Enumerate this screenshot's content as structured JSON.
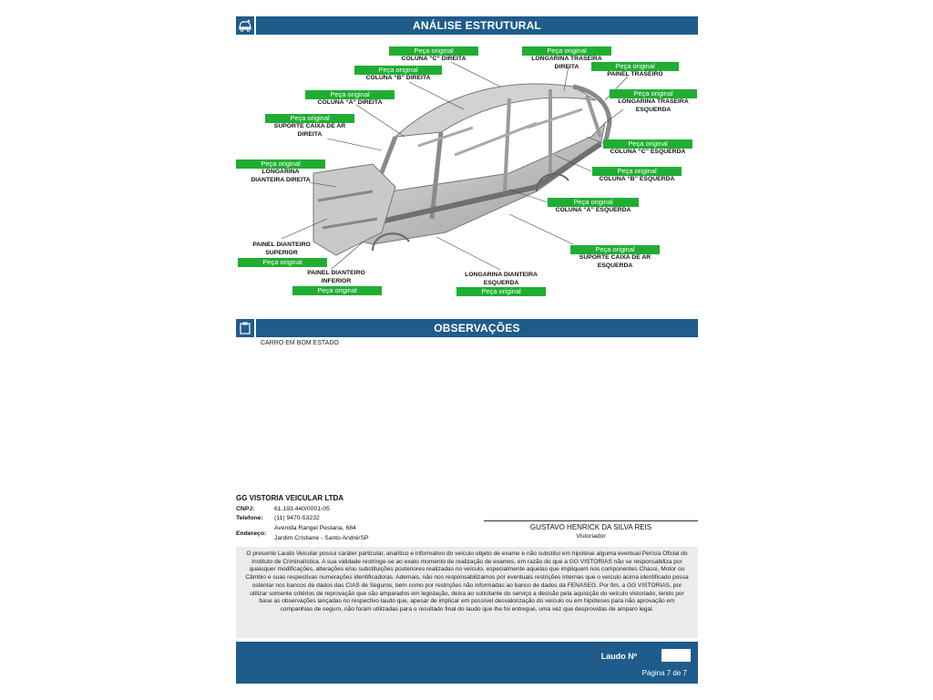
{
  "structural": {
    "title": "ANÁLISE ESTRUTURAL",
    "status_label": "Peça original",
    "parts": [
      {
        "name": "COLUNA “C” DIREITA",
        "status": "Peça original"
      },
      {
        "name": "LONGARINA TRASEIRA\nDIREITA",
        "status": "Peça original"
      },
      {
        "name": "COLUNA “B” DIREITA",
        "status": "Peça original"
      },
      {
        "name": "PAINEL TRASEIRO",
        "status": "Peça original"
      },
      {
        "name": "COLUNA “A” DIREITA",
        "status": "Peça original"
      },
      {
        "name": "LONGARINA TRASEIRA\nESQUERDA",
        "status": "Peça original"
      },
      {
        "name": "SUPORTE CAIXA DE AR\nDIREITA",
        "status": "Peça original"
      },
      {
        "name": "COLUNA “C” ESQUERDA",
        "status": "Peça original"
      },
      {
        "name": "LONGARINA\nDIANTEIRA DIREITA",
        "status": "Peça original"
      },
      {
        "name": "COLUNA “B” ESQUERDA",
        "status": "Peça original"
      },
      {
        "name": "COLUNA “A” ESQUERDA",
        "status": "Peça original"
      },
      {
        "name": "PAINEL DIANTEIRO\nSUPERIOR",
        "status": "Peça original"
      },
      {
        "name": "SUPORTE CAIXA DE AR\nESQUERDA",
        "status": "Peça original"
      },
      {
        "name": "PAINEL DIANTEIRO\nINFERIOR",
        "status": "Peça original"
      },
      {
        "name": "LONGARINA DIANTEIRA\nESQUERDA",
        "status": "Peça original"
      }
    ]
  },
  "observations": {
    "title": "OBSERVAÇÕES",
    "text": "CARRO EM BOM ESTADO"
  },
  "company": {
    "name": "GG VISTORIA VEICULAR LTDA",
    "cnpj_label": "CNPJ:",
    "cnpj": "61.193.440/0001-05",
    "phone_label": "Telefone:",
    "phone": "(11) 9470-53232",
    "address_label": "Endereço:",
    "address_line1": "Avenida Rangel Pestana, 684",
    "address_line2": "Jardim Cristiane - Santo André/SP"
  },
  "inspector": {
    "name": "GUSTAVO HENRICK DA SILVA REIS",
    "role": "Vistoriador"
  },
  "disclaimer": "O presente Laudo Veicular possui caráter particular, analítico e informativo do veículo objeto de exame e não substitui em hipótese alguma eventual Perícia Oficial do Instituto de Criminalística. A sua validade restringe-se ao exato momento de realização de exames, em razão do que a GG VISTORIAS não se responsabiliza por quaisquer modificações, alterações e/ou substituições posteriores realizadas no veículo, especialmente aquelas que impliquem nos componentes Chassi, Motor ou Câmbio e suas respectivas numerações identificadoras. Ademais, não nos responsabilizamos por eventuais restrições internas que o veículo acima identificado possa ostentar nos bancos de dados das CIAS de Seguros, bem como por restrições não informadas ao banco de dados da FENASEG. Por fim, a GG VISTORIAS, por utilizar somente critérios de reprovação que são amparados em legislação, deixa ao solicitante do serviço a decisão pela aquisição do veículo vistoriado, tendo por base as observações lançadas no respectivo laudo que, apesar de implicar em possível desvalorização do veículo ou em hipóteses para não aprovação em companhias de seguro, não foram utilizadas para o resultado final do laudo que lhe foi entregue, uma vez que desprovidas de amparo legal.",
  "footer": {
    "laudo_label": "Laudo Nº",
    "page_label": "Página 7 de 7"
  },
  "colors": {
    "header_blue": "#1f5c8b",
    "status_green": "#1fae32",
    "disclaimer_bg": "#ececec"
  },
  "icons": {
    "structural_icon": "car-damage-icon",
    "observations_icon": "clipboard-icon"
  }
}
